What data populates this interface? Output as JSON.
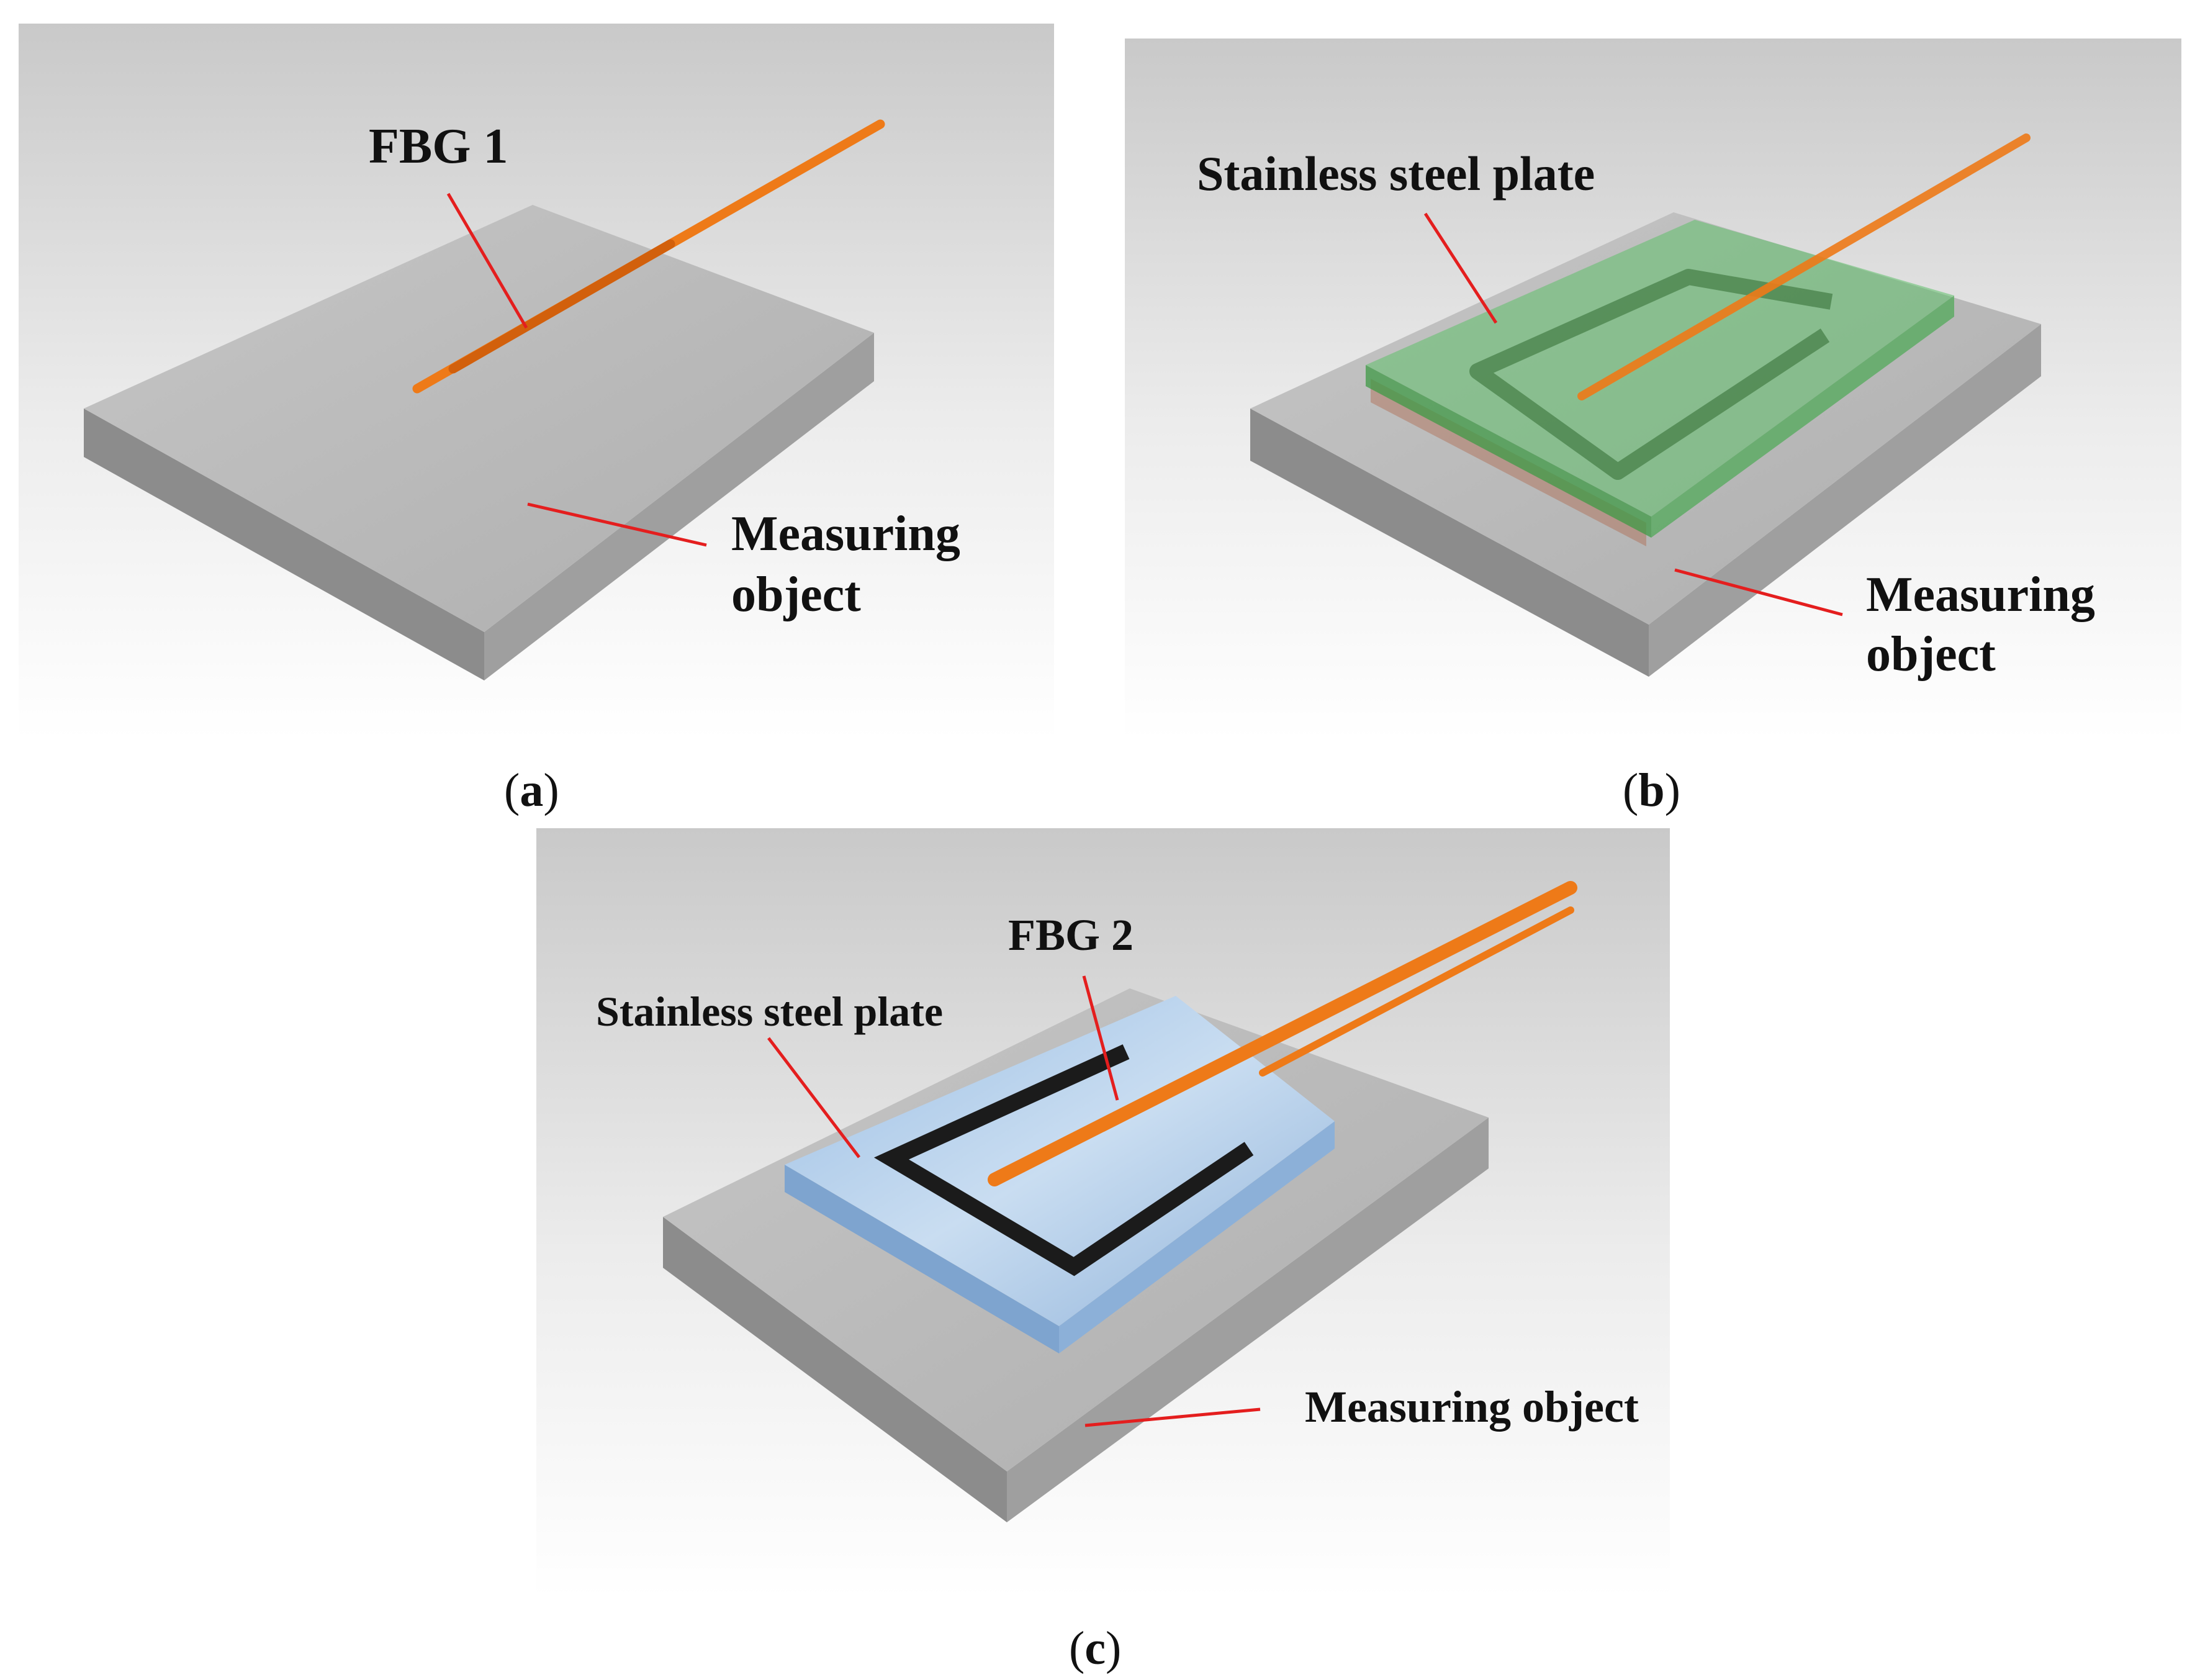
{
  "colors": {
    "object_top": "#bdbdbd",
    "object_front": "#8f8f8f",
    "object_side": "#a3a3a3",
    "fiber": "#ee7a18",
    "fiber_dark": "#d2600c",
    "leader": "#e41e1e",
    "green_plate": "#5fc06a",
    "blue_plate": "#a9c7e6",
    "slot": "#1b1b1b"
  },
  "panels": [
    {
      "id": "a",
      "caption_letter": "a",
      "labels": [
        {
          "key": "fbg1",
          "text": "FBG 1"
        },
        {
          "key": "obj1",
          "text": "Measuring"
        },
        {
          "key": "obj2",
          "text": "object"
        }
      ]
    },
    {
      "id": "b",
      "caption_letter": "b",
      "labels": [
        {
          "key": "plate",
          "text": "Stainless steel plate"
        },
        {
          "key": "obj1",
          "text": "Measuring"
        },
        {
          "key": "obj2",
          "text": "object"
        }
      ]
    },
    {
      "id": "c",
      "caption_letter": "c",
      "labels": [
        {
          "key": "fbg2",
          "text": "FBG 2"
        },
        {
          "key": "plate",
          "text": "Stainless steel plate"
        },
        {
          "key": "obj",
          "text": "Measuring object"
        }
      ]
    }
  ]
}
